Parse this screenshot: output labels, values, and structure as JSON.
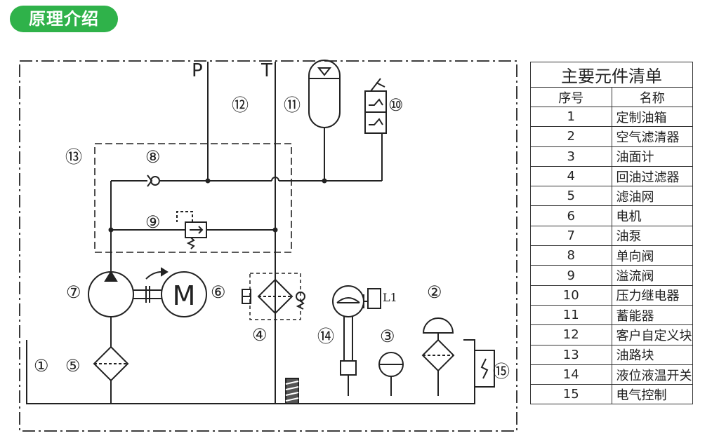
{
  "header": {
    "badge": "原理介绍"
  },
  "diagram": {
    "port_p": "P",
    "port_t": "T",
    "coil_label": "L1",
    "callouts": [
      "①",
      "②",
      "③",
      "④",
      "⑤",
      "⑥",
      "⑦",
      "⑧",
      "⑨",
      "⑩",
      "⑪",
      "⑫",
      "⑬",
      "⑭",
      "⑮"
    ],
    "motor_letter": "M"
  },
  "components": {
    "title": "主要元件清单",
    "col_no": "序号",
    "col_name": "名称",
    "items": [
      {
        "no": "1",
        "name": "定制油箱"
      },
      {
        "no": "2",
        "name": "空气滤清器"
      },
      {
        "no": "3",
        "name": "油面计"
      },
      {
        "no": "4",
        "name": "回油过滤器"
      },
      {
        "no": "5",
        "name": "滤油网"
      },
      {
        "no": "6",
        "name": "电机"
      },
      {
        "no": "7",
        "name": "油泵"
      },
      {
        "no": "8",
        "name": "单向阀"
      },
      {
        "no": "9",
        "name": "溢流阀"
      },
      {
        "no": "10",
        "name": "压力继电器"
      },
      {
        "no": "11",
        "name": "蓄能器"
      },
      {
        "no": "12",
        "name": "客户自定义块"
      },
      {
        "no": "13",
        "name": "油路块"
      },
      {
        "no": "14",
        "name": "液位液温开关"
      },
      {
        "no": "15",
        "name": "电气控制"
      }
    ]
  }
}
